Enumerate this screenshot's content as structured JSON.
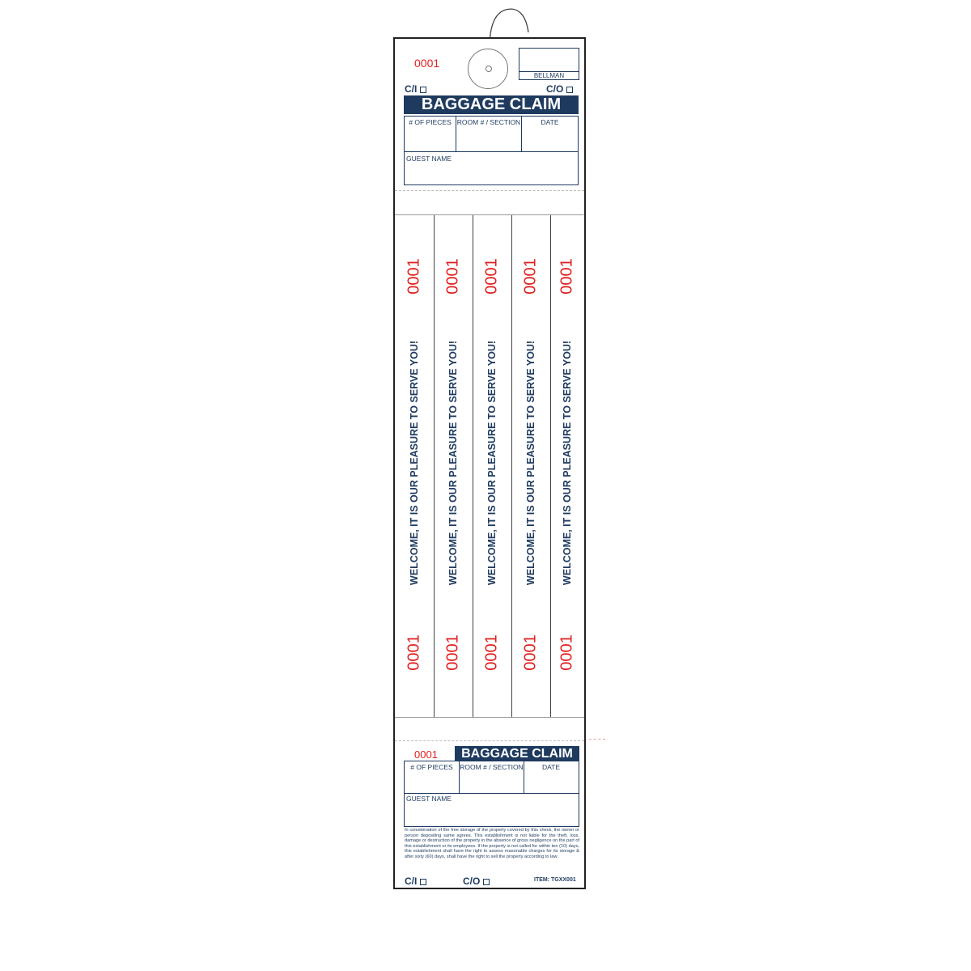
{
  "colors": {
    "navy": "#1e3a5f",
    "red": "#e02020"
  },
  "header": {
    "ticket_number": "0001",
    "bellman_label": "BELLMAN",
    "checkin_label": "C/I",
    "checkout_label": "C/O",
    "title": "BAGGAGE CLAIM",
    "fields": {
      "pieces": "# OF PIECES",
      "room": "ROOM # / SECTION",
      "date": "DATE",
      "guest": "GUEST NAME"
    }
  },
  "strips": [
    {
      "number": "0001",
      "message": "WELCOME, IT IS OUR PLEASURE TO SERVE YOU!"
    },
    {
      "number": "0001",
      "message": "WELCOME, IT IS OUR PLEASURE TO SERVE YOU!"
    },
    {
      "number": "0001",
      "message": "WELCOME, IT IS OUR PLEASURE TO SERVE YOU!"
    },
    {
      "number": "0001",
      "message": "WELCOME, IT IS OUR PLEASURE TO SERVE YOU!"
    },
    {
      "number": "0001",
      "message": "WELCOME, IT IS OUR PLEASURE TO SERVE YOU!"
    }
  ],
  "stub": {
    "ticket_number": "0001",
    "title": "BAGGAGE CLAIM",
    "fields": {
      "pieces": "# OF PIECES",
      "room": "ROOM # / SECTION",
      "date": "DATE",
      "guest": "GUEST NAME"
    },
    "disclaimer": "In consideration of the free storage of the property covered by this check, the owner or person depositing same agrees. This establishment is not liable for the theft, loss, damage or destruction of the property in the absence of gross negligence on the part of this establishment or its employees. If the property is not called for within ten (10) days, this establishment shall have the right to assess reasonable charges for its storage & after sixty (60) days, shall have the right to sell the property according to law.",
    "checkin_label": "C/I",
    "checkout_label": "C/O",
    "item_code": "ITEM: TGXX001"
  }
}
